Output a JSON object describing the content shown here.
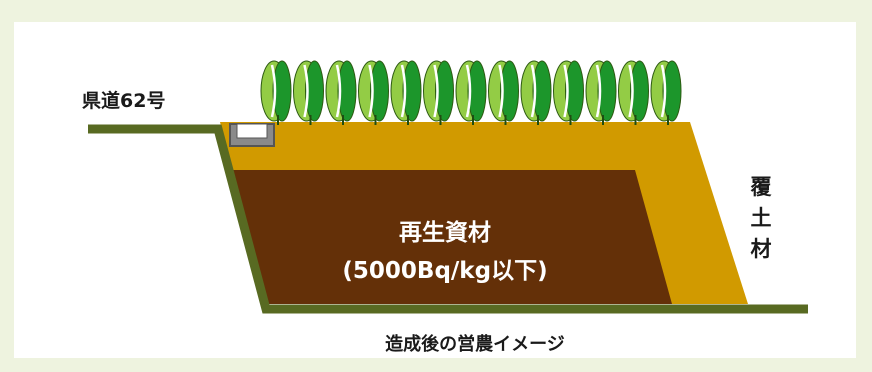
{
  "road_label": "県道62号",
  "material": {
    "title": "再生資材",
    "subtitle": "(5000Bq/kg以下)"
  },
  "cover_label": "覆土材",
  "caption": "造成後の営農イメージ",
  "crop_row": {
    "count": 13,
    "icon": "crop-plant-icon"
  },
  "colors": {
    "background": "#eef3df",
    "panel": "#ffffff",
    "cover_soil": "#d19a00",
    "recycled_material": "#643008",
    "ground_line": "#586a22",
    "crop_light": "#93cc45",
    "crop_dark": "#1c962b",
    "drain": "#8a8a8a"
  }
}
